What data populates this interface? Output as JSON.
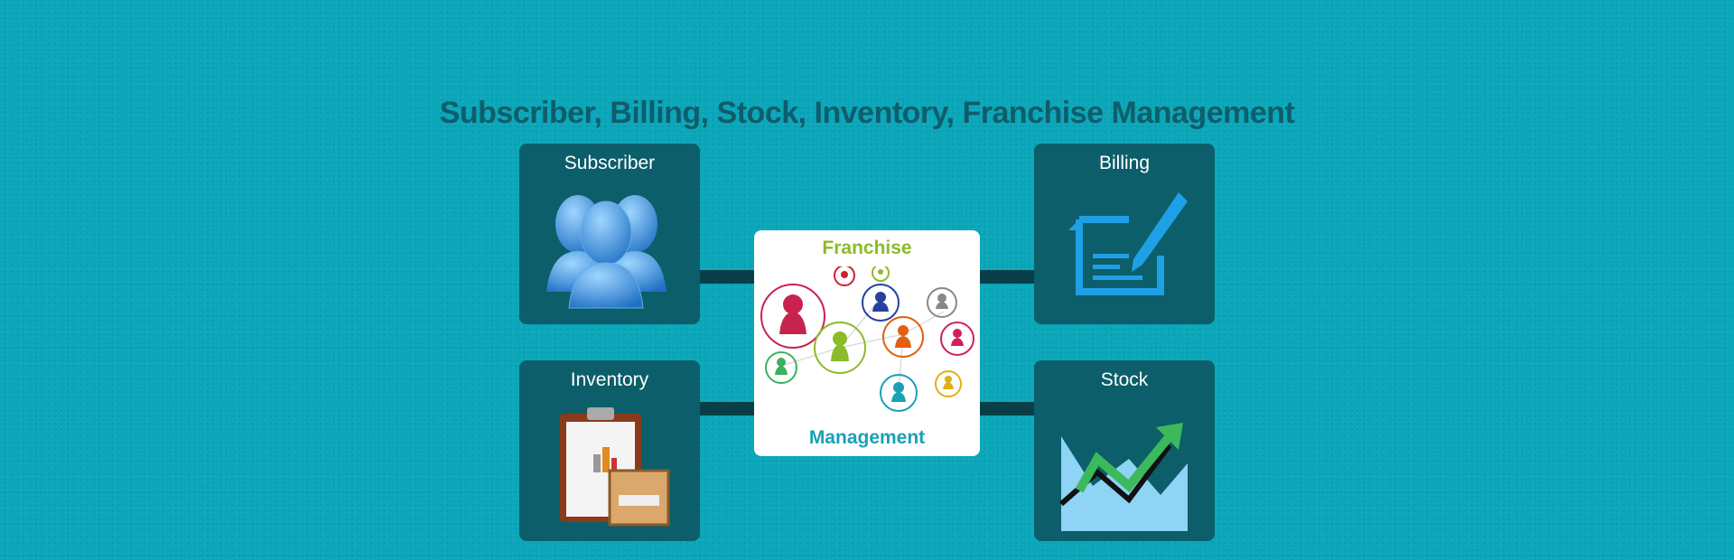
{
  "title": "Subscriber, Billing, Stock, Inventory, Franchise Management",
  "boxes": {
    "subscriber": "Subscriber",
    "billing": "Billing",
    "inventory": "Inventory",
    "stock": "Stock"
  },
  "center": {
    "top": "Franchise",
    "bottom": "Management"
  },
  "colors": {
    "background": "#0aa6b9",
    "box": "#0c5e6a",
    "title": "#0e5d6b",
    "franchise": "#8cbb2a",
    "management": "#1ba0b5"
  }
}
